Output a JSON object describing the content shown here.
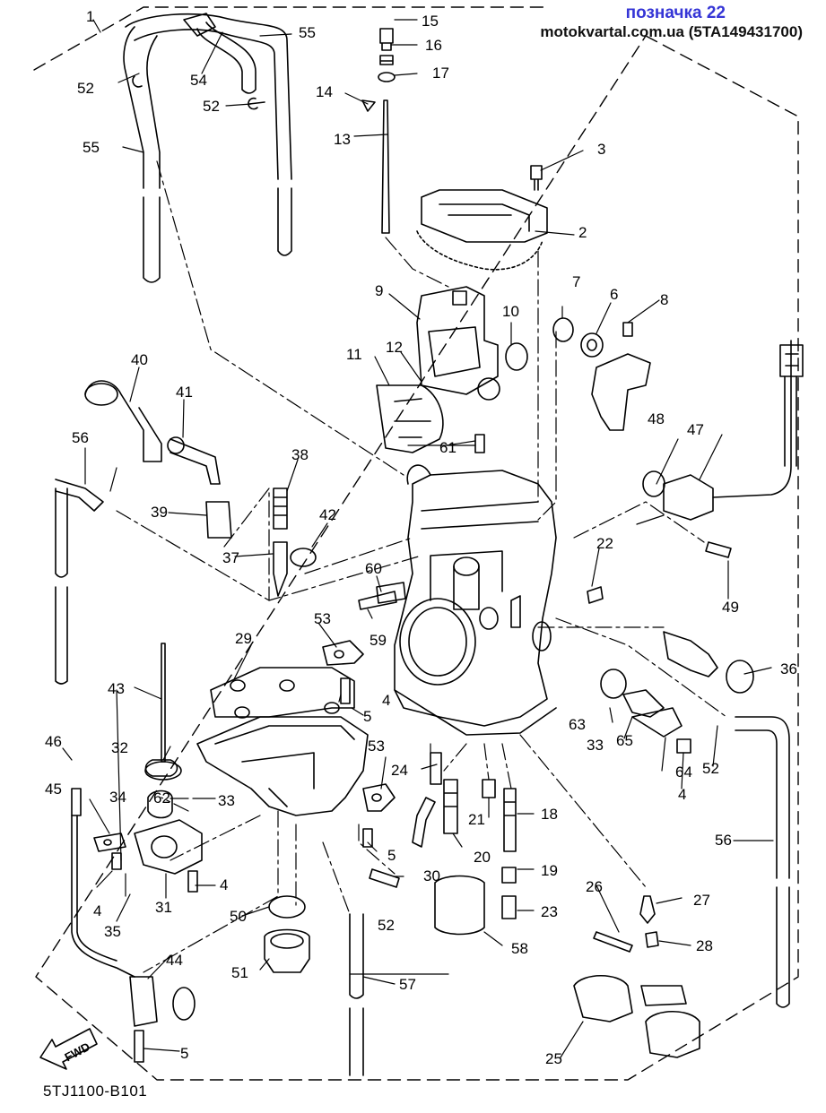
{
  "header": {
    "title": "позначка 22",
    "source": "motokvartal.com.ua (5TA149431700)"
  },
  "footer": {
    "code": "5TJ1100-B101"
  },
  "fwd_badge": "FWD",
  "callouts": [
    "1",
    "2",
    "3",
    "4",
    "5",
    "6",
    "7",
    "8",
    "9",
    "10",
    "11",
    "12",
    "13",
    "14",
    "15",
    "16",
    "17",
    "18",
    "19",
    "20",
    "21",
    "22",
    "23",
    "24",
    "25",
    "26",
    "27",
    "28",
    "29",
    "30",
    "31",
    "32",
    "33",
    "34",
    "35",
    "36",
    "37",
    "38",
    "39",
    "40",
    "41",
    "42",
    "43",
    "44",
    "45",
    "46",
    "47",
    "48",
    "49",
    "50",
    "51",
    "52",
    "53",
    "54",
    "55",
    "56",
    "57",
    "58",
    "59",
    "60",
    "61",
    "62",
    "63",
    "64",
    "65"
  ],
  "colors": {
    "line": "#000000",
    "title": "#3535d6",
    "paper": "#ffffff"
  }
}
